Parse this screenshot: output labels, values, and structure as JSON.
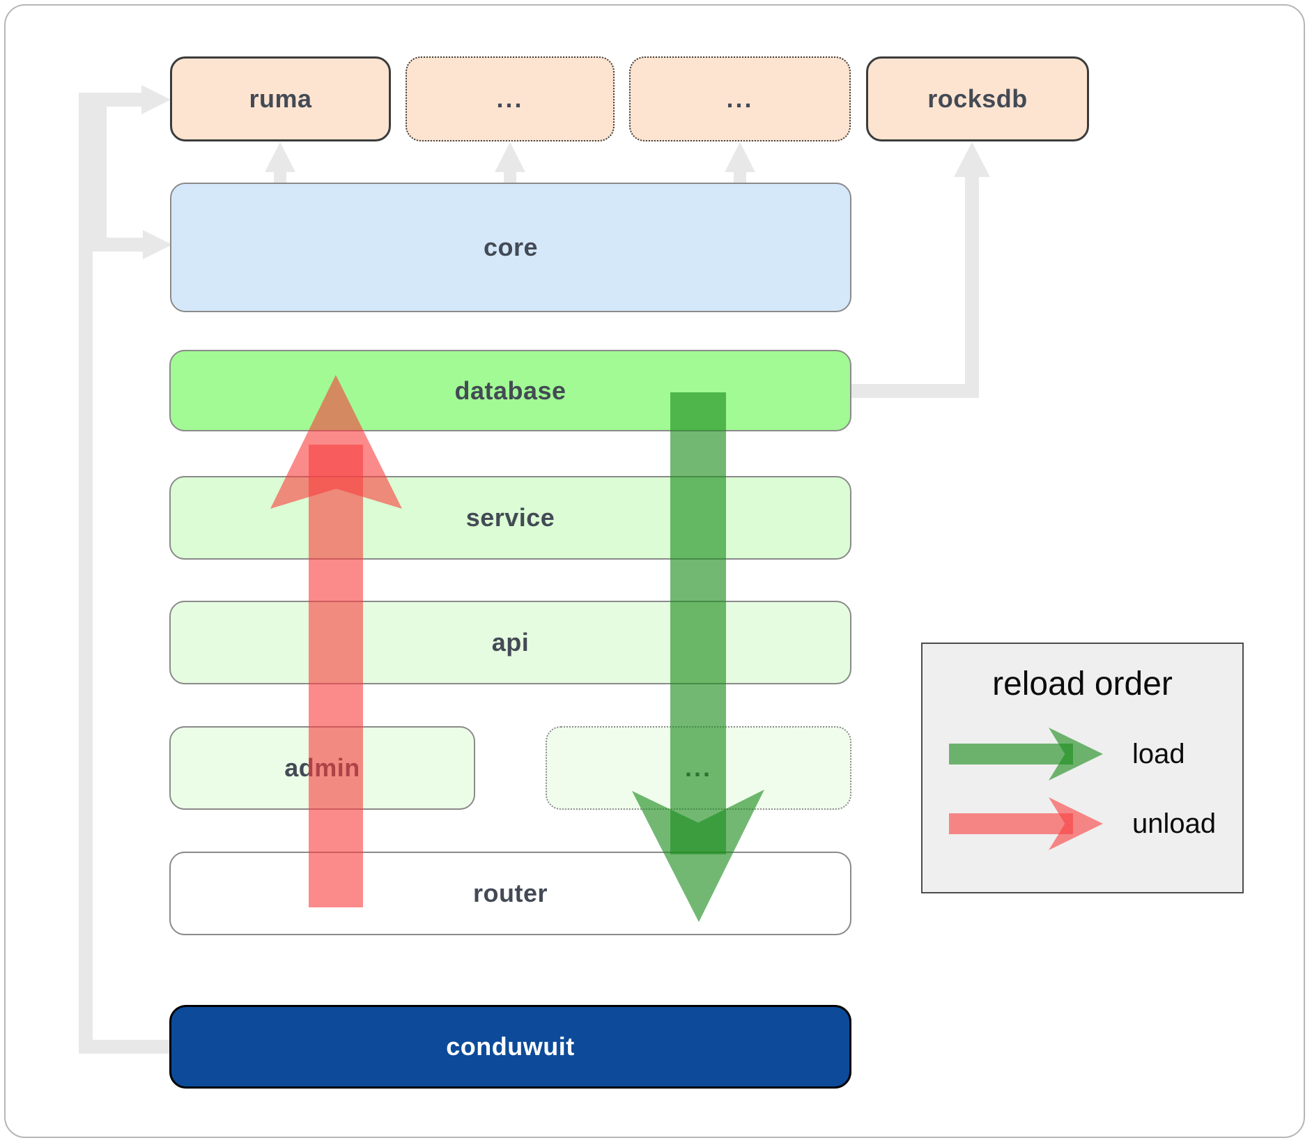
{
  "boxes": {
    "ruma": "ruma",
    "ext1": "...",
    "ext2": "...",
    "rocksdb": "rocksdb",
    "core": "core",
    "database": "database",
    "service": "service",
    "api": "api",
    "admin": "admin",
    "admin_ext": "...",
    "router": "router",
    "conduwuit": "conduwuit"
  },
  "legend": {
    "title": "reload order",
    "load": "load",
    "unload": "unload"
  },
  "colors": {
    "peach": "#fce4d1",
    "border-dark": "#3b3b3b",
    "border-gray": "#8a8a8a",
    "blue": "#d5e8fa",
    "green-bright": "#a1fa93",
    "green-light": "#dbfcd4",
    "green-lighter": "#e6fce0",
    "green-faint": "#ecfde7",
    "green-fainter": "#f0fdec",
    "navy": "#0d4b9a",
    "text-dark": "#434a55",
    "line-gray": "#e8e8e8",
    "arrow-green": "rgba(27,141,29,0.62)",
    "arrow-red": "rgba(248,62,62,0.6)",
    "legend-bg": "#efefef"
  }
}
